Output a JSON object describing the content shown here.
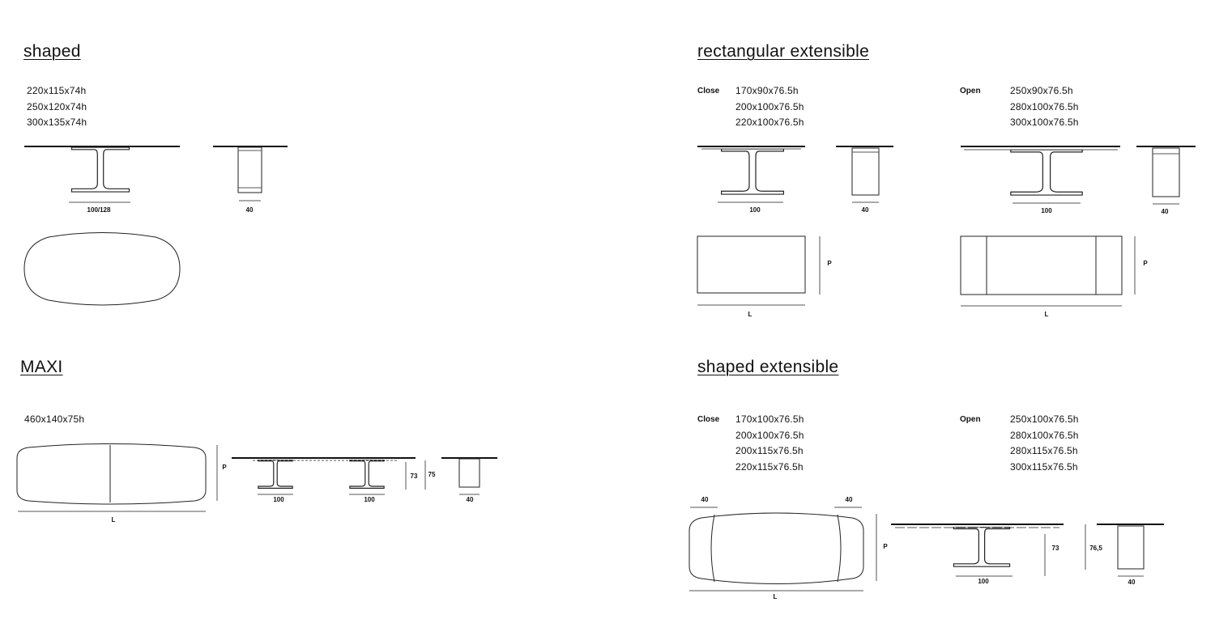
{
  "shaped": {
    "title": "shaped",
    "sizes": [
      "220x115x74h",
      "250x120x74h",
      "300x135x74h"
    ],
    "dims": {
      "base_width": "100/128",
      "end_width": "40"
    }
  },
  "maxi": {
    "title": "MAXI",
    "sizes": [
      "460x140x75h"
    ],
    "dims": {
      "depth": "P",
      "length": "L",
      "base_1": "100",
      "base_2": "100",
      "height_1": "73",
      "height_2": "75",
      "end_width": "40"
    }
  },
  "rectangular_extensible": {
    "title": "rectangular extensible",
    "close_label": "Close",
    "close_sizes": [
      "170x90x76.5h",
      "200x100x76.5h",
      "220x100x76.5h"
    ],
    "open_label": "Open",
    "open_sizes": [
      "250x90x76.5h",
      "280x100x76.5h",
      "300x100x76.5h"
    ],
    "close_dims": {
      "base_width": "100",
      "end_width": "40",
      "depth": "P",
      "length": "L"
    },
    "open_dims": {
      "base_width": "100",
      "end_width": "40",
      "depth": "P",
      "length": "L"
    }
  },
  "shaped_extensible": {
    "title": "shaped extensible",
    "close_label": "Close",
    "close_sizes": [
      "170x100x76.5h",
      "200x100x76.5h",
      "200x115x76.5h",
      "220x115x76.5h"
    ],
    "open_label": "Open",
    "open_sizes": [
      "250x100x76.5h",
      "280x100x76.5h",
      "280x115x76.5h",
      "300x115x76.5h"
    ],
    "dims": {
      "ext_left": "40",
      "ext_right": "40",
      "depth": "P",
      "length": "L",
      "base_width": "100",
      "height_1": "73",
      "height_2": "76,5",
      "end_width": "40"
    }
  }
}
